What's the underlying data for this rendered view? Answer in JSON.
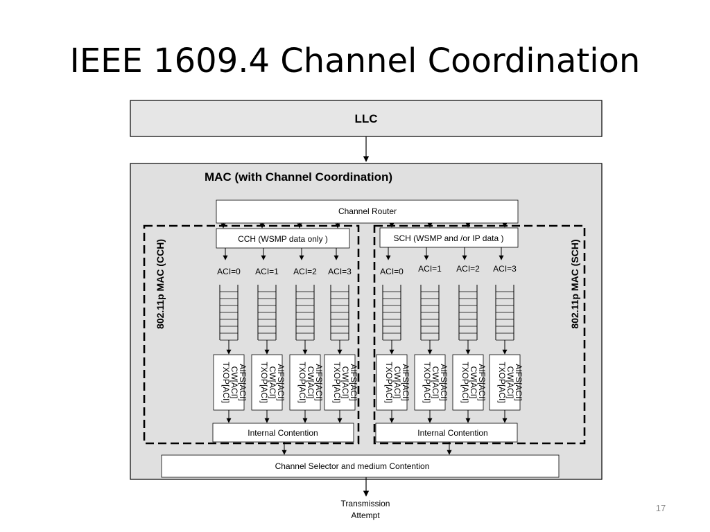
{
  "slide": {
    "title": "IEEE 1609.4 Channel Coordination",
    "page_number": "17"
  },
  "diagram": {
    "llc_label": "LLC",
    "mac_title": "MAC (with Channel Coordination)",
    "channel_router": "Channel Router",
    "cch": {
      "side_label": "802.11p MAC (CCH)",
      "header": "CCH (WSMP data only )",
      "queues": [
        "ACI=0",
        "ACI=1",
        "ACI=2",
        "ACI=3"
      ],
      "contention": "Internal Contention"
    },
    "sch": {
      "side_label": "802.11p MAC (SCH)",
      "header": "SCH (WSMP and /or IP data )",
      "queues": [
        "ACI=0",
        "ACI=1",
        "ACI=2",
        "ACI=3"
      ],
      "contention": "Internal Contention"
    },
    "param_lines": [
      "AIFS[ACI]",
      "CW[ACI]",
      "TXOP[ACI]"
    ],
    "channel_selector": "Channel Selector and medium Contention",
    "output_line1": "Transmission",
    "output_line2": "Attempt"
  }
}
